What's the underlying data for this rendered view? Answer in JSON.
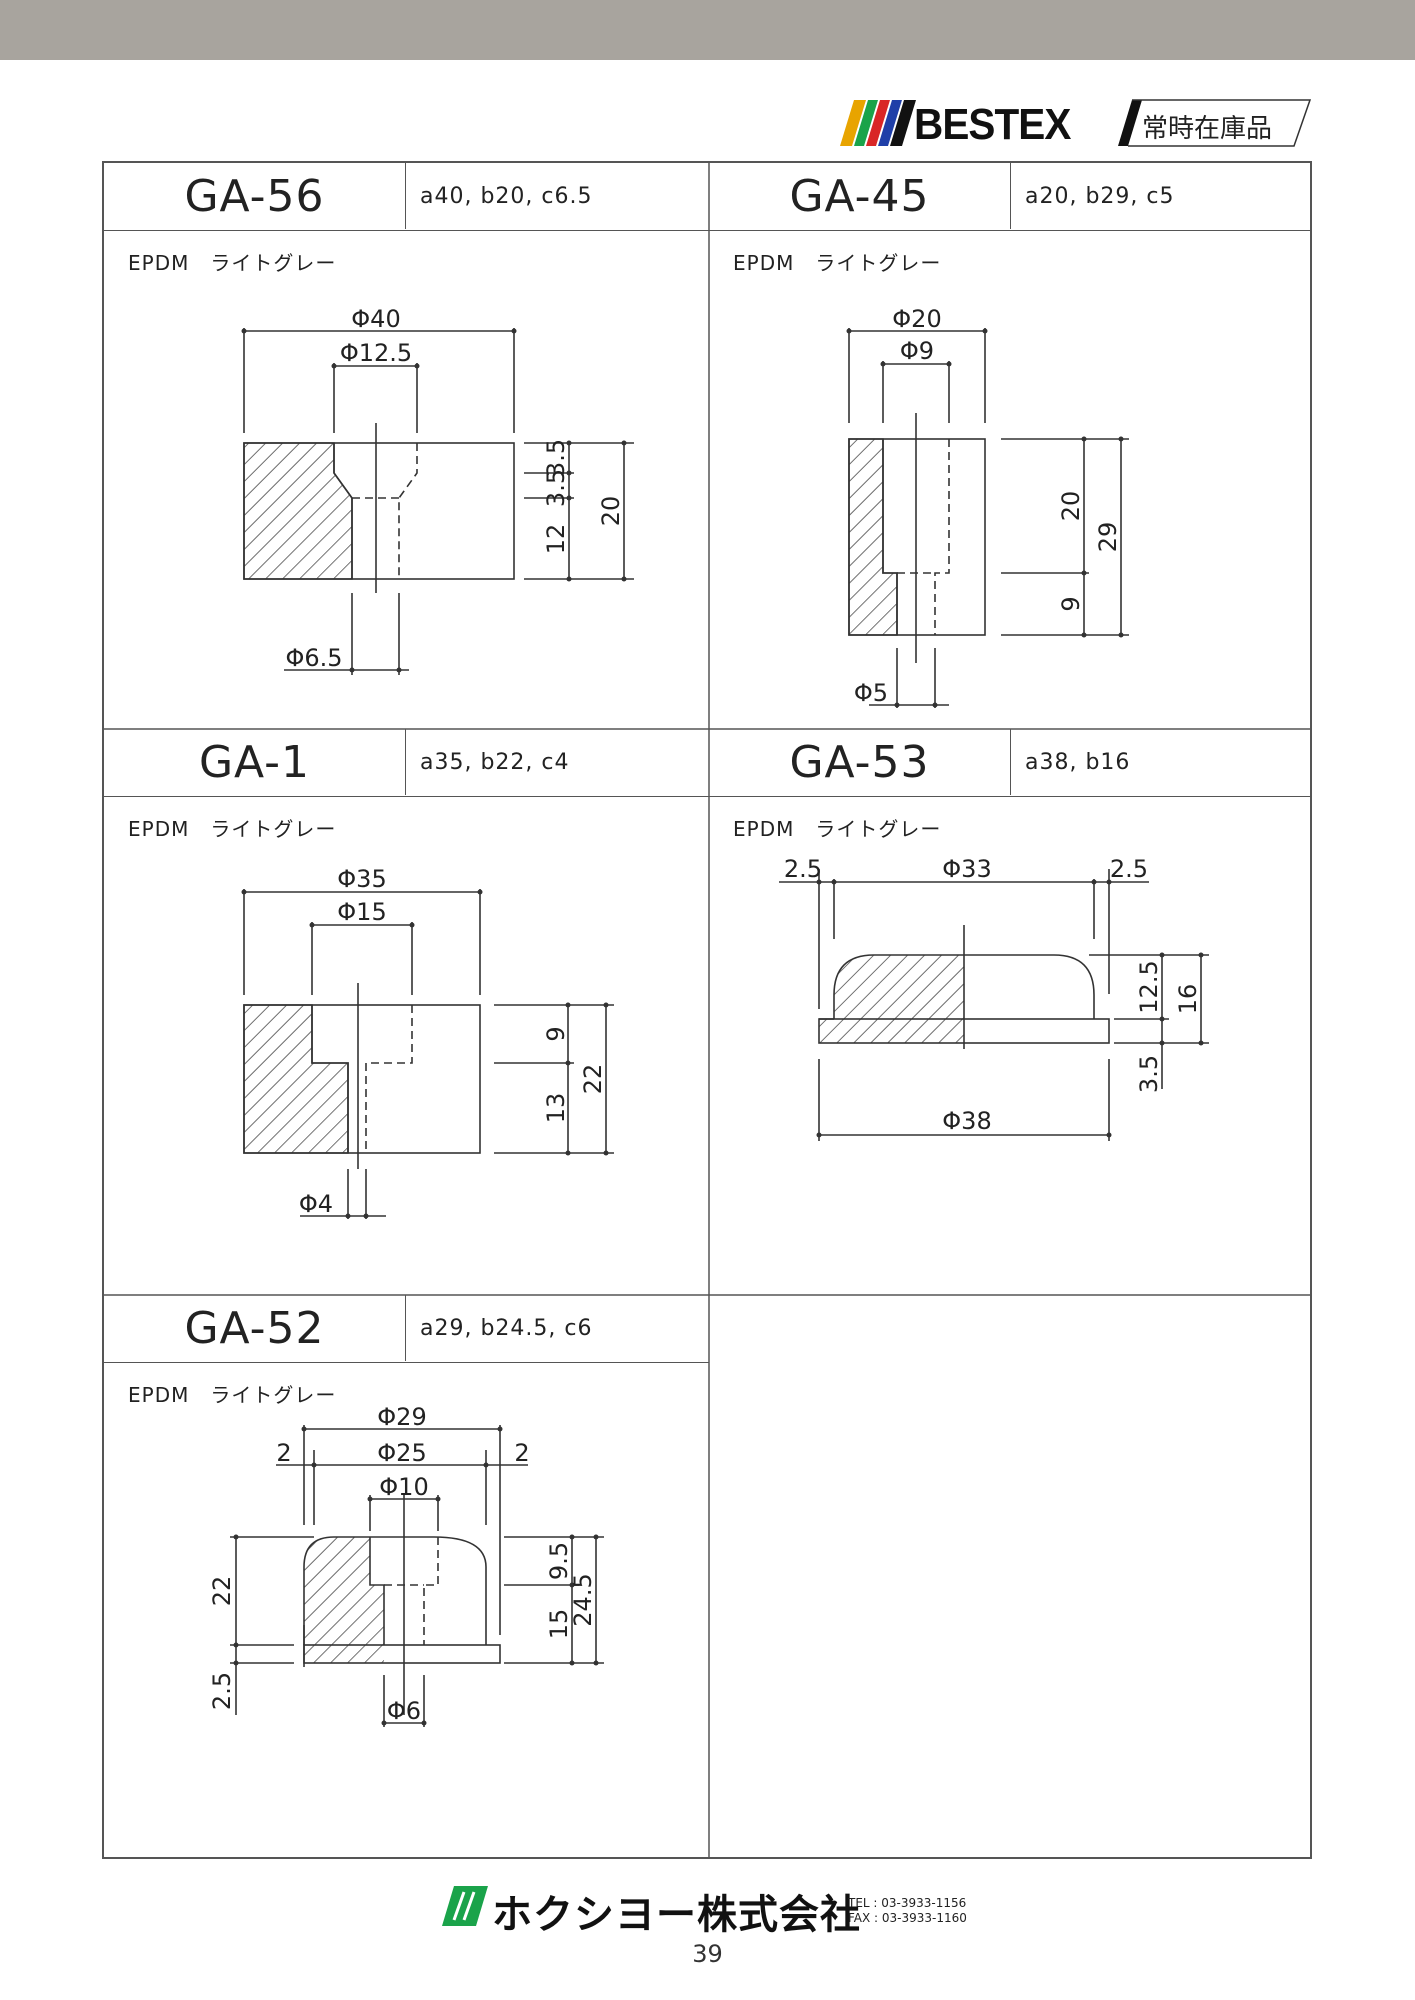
{
  "header": {
    "brand": "BESTEX",
    "stock_note": "常時在庫品",
    "colors": [
      "#e8a400",
      "#1aa34a",
      "#d92626",
      "#1f3fa8",
      "#111111"
    ]
  },
  "products": [
    {
      "code": "GA-56",
      "dims": "a40, b20, c6.5",
      "material": "EPDM　ライトグレー",
      "labels": {
        "d1": "Φ40",
        "d2": "Φ12.5",
        "d3": "Φ6.5",
        "v1": "3.5",
        "v2": "3.5",
        "v3": "12",
        "v4": "20"
      }
    },
    {
      "code": "GA-45",
      "dims": "a20, b29, c5",
      "material": "EPDM　ライトグレー",
      "labels": {
        "d1": "Φ20",
        "d2": "Φ9",
        "d3": "Φ5",
        "v1": "20",
        "v2": "9",
        "v3": "29"
      }
    },
    {
      "code": "GA-1",
      "dims": "a35, b22, c4",
      "material": "EPDM　ライトグレー",
      "labels": {
        "d1": "Φ35",
        "d2": "Φ15",
        "d3": "Φ4",
        "v1": "9",
        "v2": "13",
        "v3": "22"
      }
    },
    {
      "code": "GA-53",
      "dims": "a38, b16",
      "material": "EPDM　ライトグレー",
      "labels": {
        "l": "2.5",
        "d1": "Φ33",
        "r": "2.5",
        "d2": "Φ38",
        "v1": "12.5",
        "v2": "16",
        "v3": "3.5"
      }
    },
    {
      "code": "GA-52",
      "dims": "a29, b24.5, c6",
      "material": "EPDM　ライトグレー",
      "labels": {
        "d1": "Φ29",
        "l": "2",
        "d2": "Φ25",
        "r": "2",
        "d3": "Φ10",
        "d4": "Φ6",
        "v1": "22",
        "v2": "2.5",
        "v3": "9.5",
        "v4": "15",
        "v5": "24.5"
      }
    }
  ],
  "footer": {
    "company": "ホクシヨー株式会社",
    "tel": "TEL : 03-3933-1156",
    "fax": "FAX : 03-3933-1160",
    "page": "39"
  }
}
